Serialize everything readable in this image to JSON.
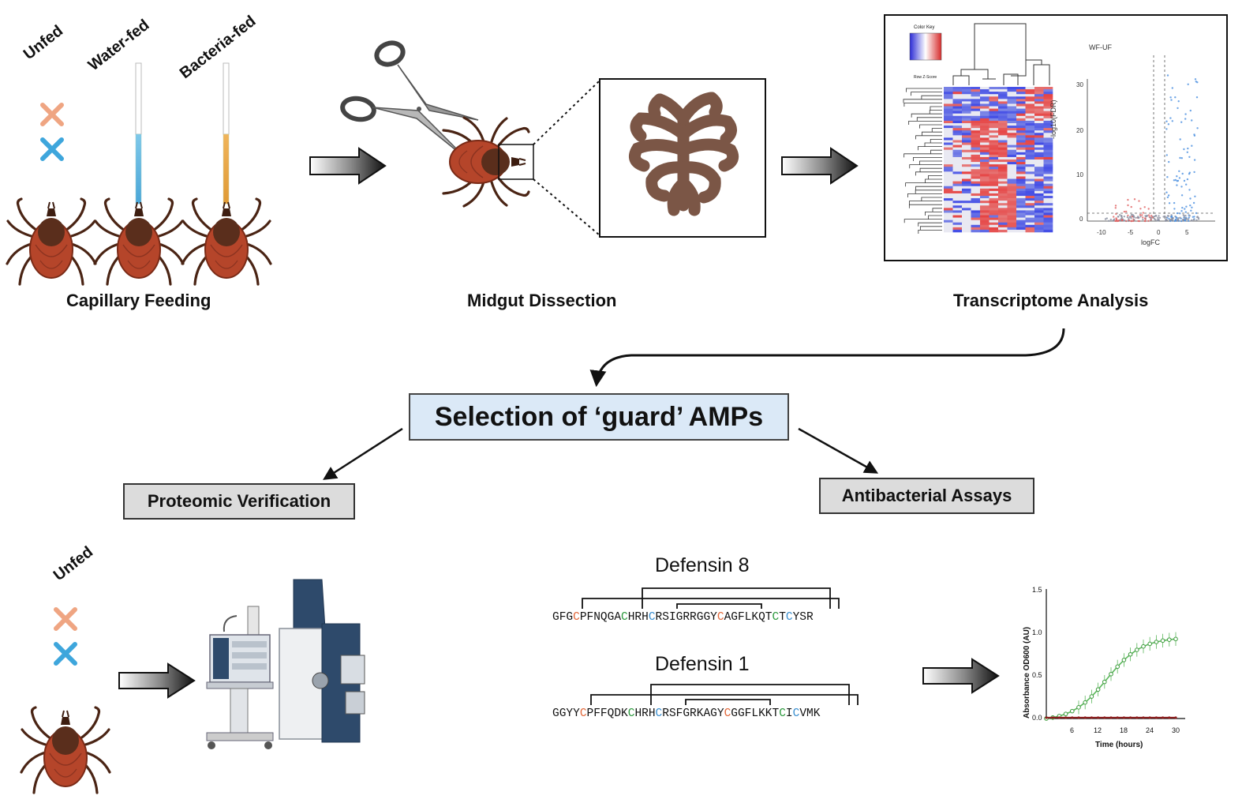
{
  "stage1": {
    "label": "Capillary Feeding",
    "groups": [
      "Unfed",
      "Water-fed",
      "Bacteria-fed"
    ]
  },
  "stage2": {
    "label": "Midgut Dissection"
  },
  "stage3": {
    "label": "Transcriptome Analysis",
    "heatmap_key": "Color Key",
    "heatmap_key_sub": "Row Z-Score",
    "volcano_title": "WF-UF",
    "volcano_xlabel": "logFC",
    "volcano_ylabel": "-log10(FDR)",
    "volcano_yticks": [
      "30",
      "20",
      "10",
      "0"
    ],
    "volcano_xticks": [
      "-10",
      "-5",
      "0",
      "5"
    ]
  },
  "selection": {
    "label": "Selection of ‘guard’ AMPs"
  },
  "proteomic": {
    "label": "Proteomic Verification",
    "group": "Unfed"
  },
  "antibacterial": {
    "label": "Antibacterial Assays"
  },
  "defensins": [
    {
      "title": "Defensin 8",
      "segments": [
        {
          "t": "GFG",
          "c": "plain"
        },
        {
          "t": "C",
          "c": "orange"
        },
        {
          "t": "PFNQGA",
          "c": "plain"
        },
        {
          "t": "C",
          "c": "green"
        },
        {
          "t": "HRH",
          "c": "plain"
        },
        {
          "t": "C",
          "c": "blue"
        },
        {
          "t": "RSIGRRGGY",
          "c": "plain"
        },
        {
          "t": "C",
          "c": "orange"
        },
        {
          "t": "AGFLKQT",
          "c": "plain"
        },
        {
          "t": "C",
          "c": "green"
        },
        {
          "t": "T",
          "c": "plain"
        },
        {
          "t": "C",
          "c": "blue"
        },
        {
          "t": "YSR",
          "c": "plain"
        }
      ]
    },
    {
      "title": "Defensin 1",
      "segments": [
        {
          "t": "GGYY",
          "c": "plain"
        },
        {
          "t": "C",
          "c": "orange"
        },
        {
          "t": "PFFQDK",
          "c": "plain"
        },
        {
          "t": "C",
          "c": "green"
        },
        {
          "t": "HRH",
          "c": "plain"
        },
        {
          "t": "C",
          "c": "blue"
        },
        {
          "t": "RSFGRKAGY",
          "c": "plain"
        },
        {
          "t": "C",
          "c": "orange"
        },
        {
          "t": "GGFLKKT",
          "c": "plain"
        },
        {
          "t": "C",
          "c": "green"
        },
        {
          "t": "I",
          "c": "plain"
        },
        {
          "t": "C",
          "c": "blue"
        },
        {
          "t": "VMK",
          "c": "plain"
        }
      ]
    }
  ],
  "growth_chart": {
    "ylabel": "Absorbance OD600 (AU)",
    "xlabel": "Time (hours)",
    "yticks": [
      "0.0",
      "0.5",
      "1.0",
      "1.5"
    ],
    "xticks": [
      "6",
      "12",
      "18",
      "24",
      "30"
    ]
  },
  "colors": {
    "orange": "#e2683a",
    "green": "#2e9a3f",
    "blue": "#3a8fd0",
    "tick_body": "#b5452a",
    "tick_scutum": "#5a2e1c",
    "box_blue": "#dbe9f7",
    "box_gray": "#dcdcdc",
    "midgut": "#7b5646"
  }
}
